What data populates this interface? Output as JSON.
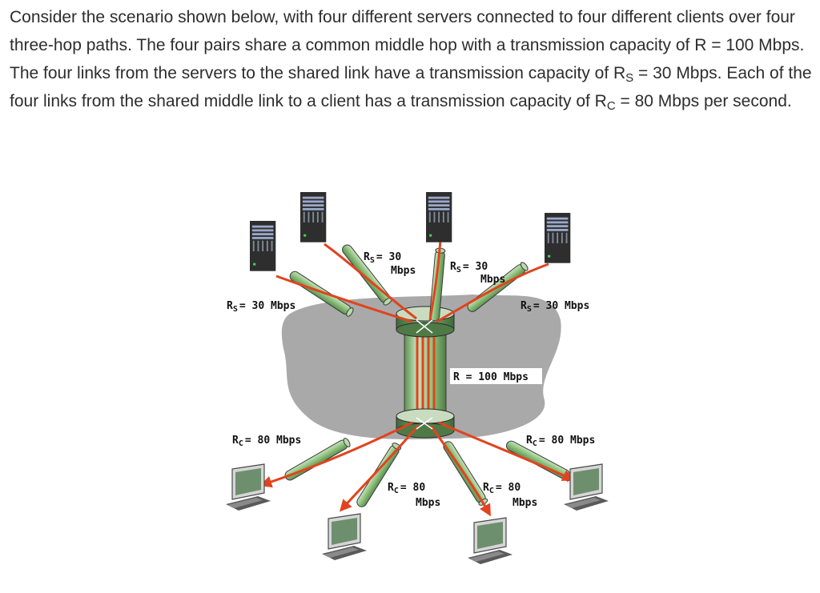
{
  "question": {
    "part1": "Consider the scenario shown below, with four different servers connected to four different clients over four three-hop paths. The four pairs share a common middle hop with a transmission capacity of R = 100 Mbps. The four links from the servers to the shared link have a transmission capacity of R",
    "sub_s": "S",
    "part2": " = 30 Mbps. Each of the four links from the shared middle link to a client has a transmission capacity of R",
    "sub_c": "C",
    "part3": " = 80 Mbps per second."
  },
  "diagram": {
    "servers": [
      "server-far-left",
      "server-left",
      "server-center",
      "server-right"
    ],
    "clients": [
      "client-far-left",
      "client-left",
      "client-right",
      "client-far-right"
    ],
    "labels": {
      "rs_far_left": {
        "main": "R",
        "sub": "S",
        "rest": "= 30 Mbps"
      },
      "rs_left": {
        "main": "R",
        "sub": "S",
        "rest1": "= 30",
        "rest2": "Mbps"
      },
      "rs_center": {
        "main": "R",
        "sub": "S",
        "rest1": "= 30",
        "rest2": "Mbps"
      },
      "rs_right": {
        "main": "R",
        "sub": "S",
        "rest": "= 30 Mbps"
      },
      "r_shared": "R = 100 Mbps",
      "rc_far_left": {
        "main": "R",
        "sub": "C",
        "rest": "= 80 Mbps"
      },
      "rc_left": {
        "main": "R",
        "sub": "C",
        "rest1": "= 80",
        "rest2": "Mbps"
      },
      "rc_right": {
        "main": "R",
        "sub": "C",
        "rest1": "= 80",
        "rest2": "Mbps"
      },
      "rc_far_right": {
        "main": "R",
        "sub": "C",
        "rest": "= 80 Mbps"
      }
    },
    "colors": {
      "network_cloud": "#a9a9a9",
      "link_body": "#8bbf7a",
      "flow_arrow": "#e2431e",
      "router_top": "#6a9a5e",
      "server_body": "#2e2e2e",
      "monitor_screen": "#6e8f6e"
    }
  }
}
